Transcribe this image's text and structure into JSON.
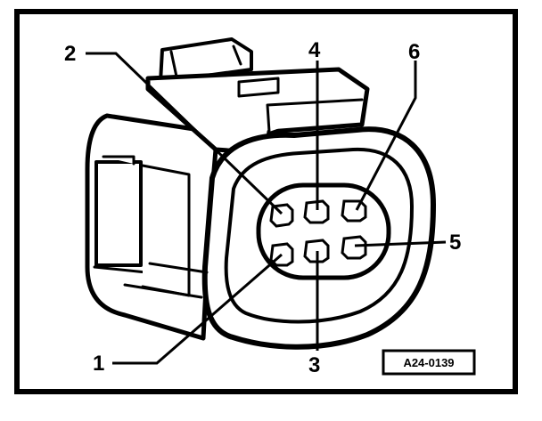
{
  "diagram": {
    "kind": "connector-pin-layout",
    "pins": [
      {
        "label": "1"
      },
      {
        "label": "2"
      },
      {
        "label": "3"
      },
      {
        "label": "4"
      },
      {
        "label": "5"
      },
      {
        "label": "6"
      }
    ],
    "figure_ref": "A24-0139"
  },
  "colors": {
    "ink": "#000000",
    "paper": "#ffffff"
  }
}
